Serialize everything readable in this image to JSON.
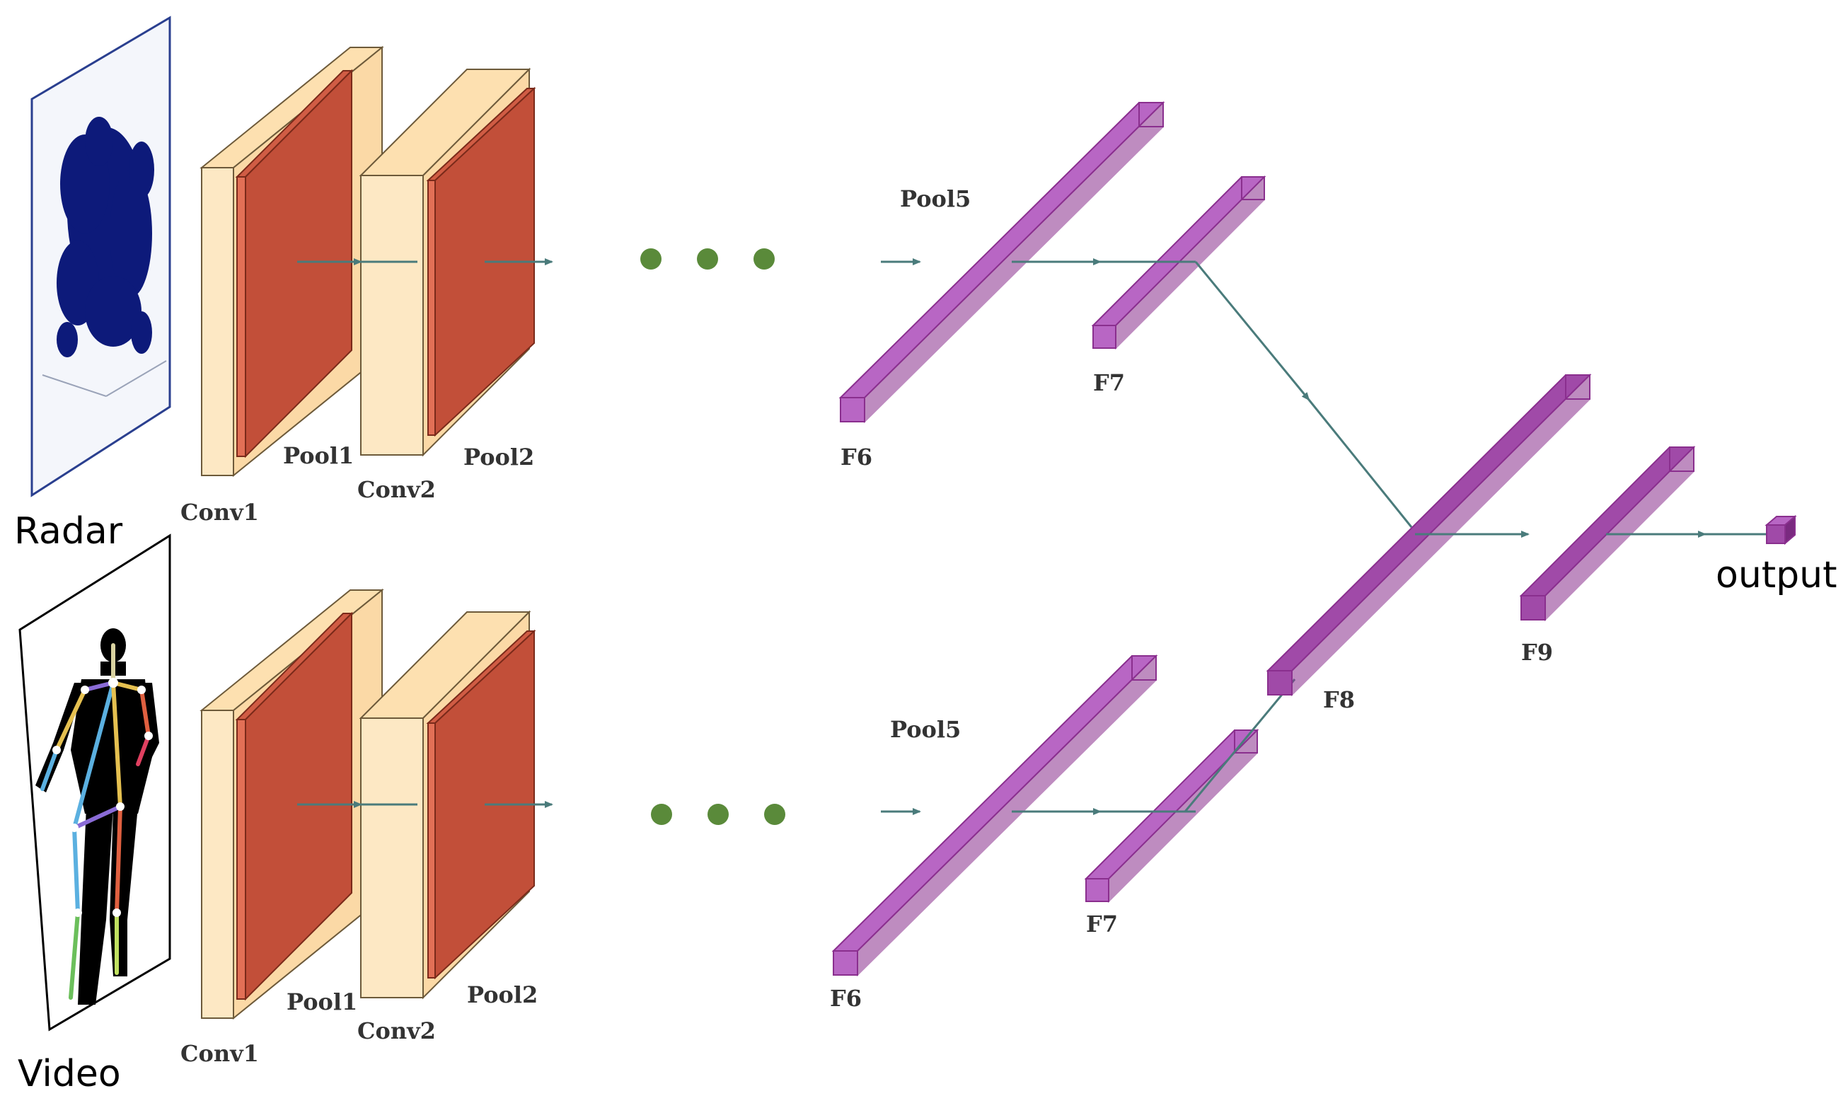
{
  "inputs": {
    "radar_label": "Radar",
    "video_label": "Video"
  },
  "streams": [
    {
      "conv1": "Conv1",
      "pool1": "Pool1",
      "conv2": "Conv2",
      "pool2": "Pool2",
      "pool5": "Pool5",
      "f6": "F6",
      "f7": "F7"
    },
    {
      "conv1": "Conv1",
      "pool1": "Pool1",
      "conv2": "Conv2",
      "pool2": "Pool2",
      "pool5": "Pool5",
      "f6": "F6",
      "f7": "F7"
    }
  ],
  "fusion": {
    "f8": "F8",
    "f9": "F9",
    "output": "output"
  },
  "colors": {
    "conv_face": "#fde8c4",
    "pool_face": "#e27056",
    "fc_face": "#b866c4",
    "fc_dark": "#8a2f8e",
    "arrow": "#4a7b7b",
    "dots": "#5a8a3a"
  }
}
